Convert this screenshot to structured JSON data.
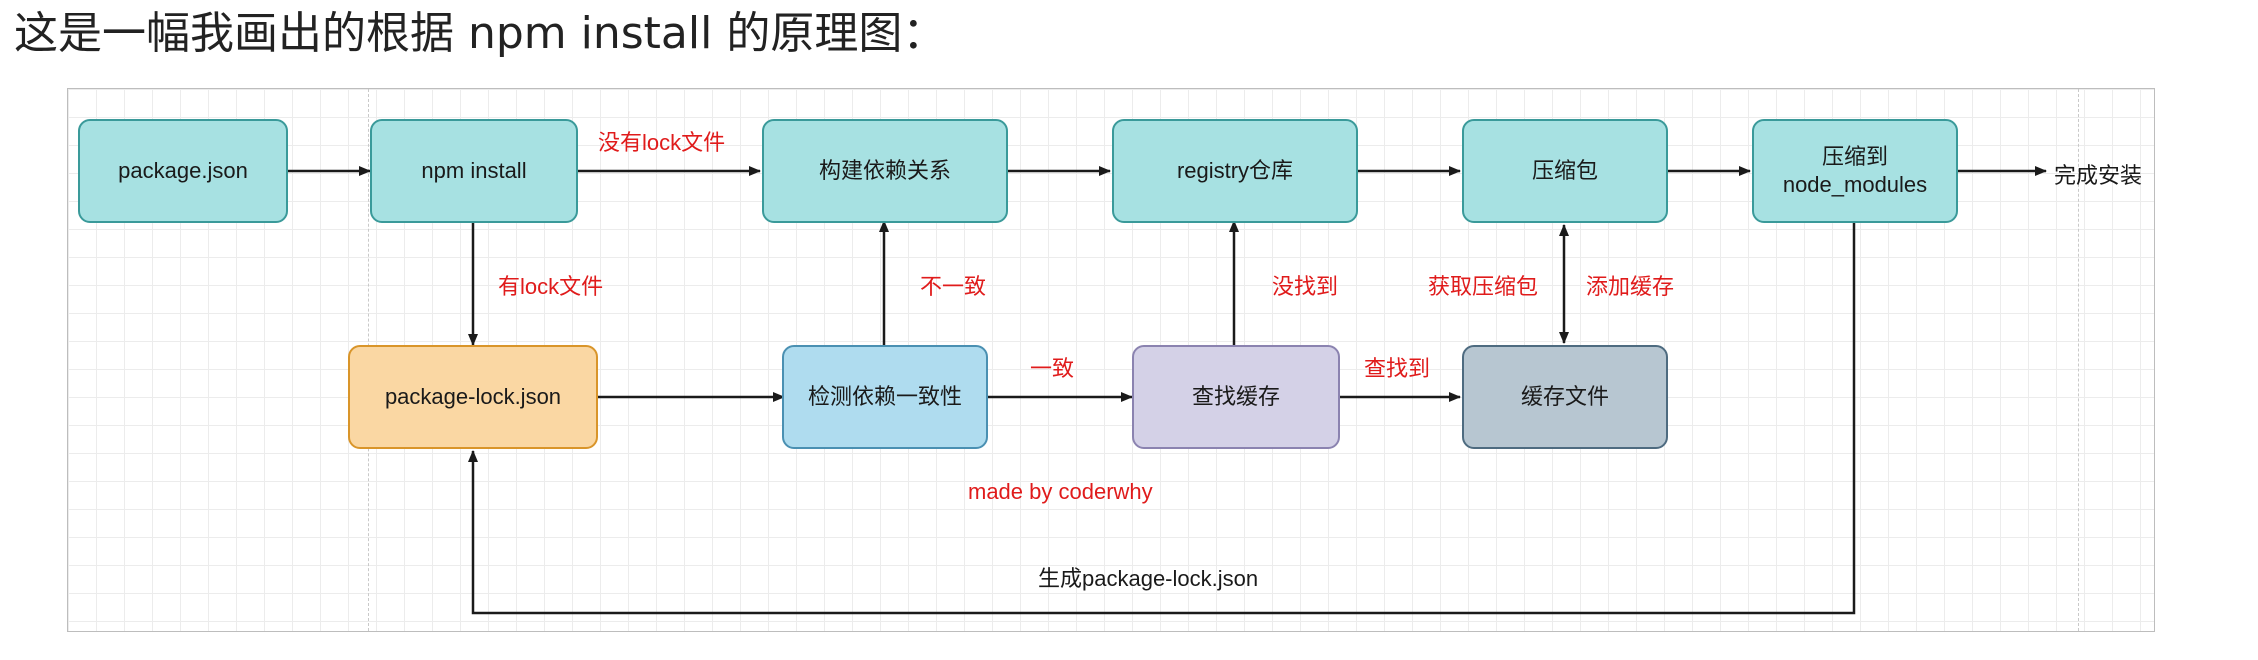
{
  "heading": "这是一幅我画出的根据 npm install 的原理图：",
  "diagram": {
    "nodes": {
      "package_json": "package.json",
      "npm_install": "npm install",
      "build_deps": "构建依赖关系",
      "registry": "registry仓库",
      "compress": "压缩包",
      "node_modules_line1": "压缩到",
      "node_modules_line2": "node_modules",
      "package_lock": "package-lock.json",
      "check_consistency": "检测依赖一致性",
      "find_cache": "查找缓存",
      "cache_file": "缓存文件"
    },
    "labels": {
      "no_lock": "没有lock文件",
      "has_lock": "有lock文件",
      "inconsistent": "不一致",
      "consistent": "一致",
      "not_found": "没找到",
      "found": "查找到",
      "get_package": "获取压缩包",
      "add_cache": "添加缓存",
      "done": "完成安装",
      "made_by": "made by coderwhy",
      "generate_lock": "生成package-lock.json"
    },
    "colors": {
      "teal": "#a7e1e2",
      "orange": "#fad7a3",
      "blue": "#afdcef",
      "purple": "#d4d1e7",
      "slate": "#b7c6d1",
      "label_red": "#e01b1b"
    }
  }
}
